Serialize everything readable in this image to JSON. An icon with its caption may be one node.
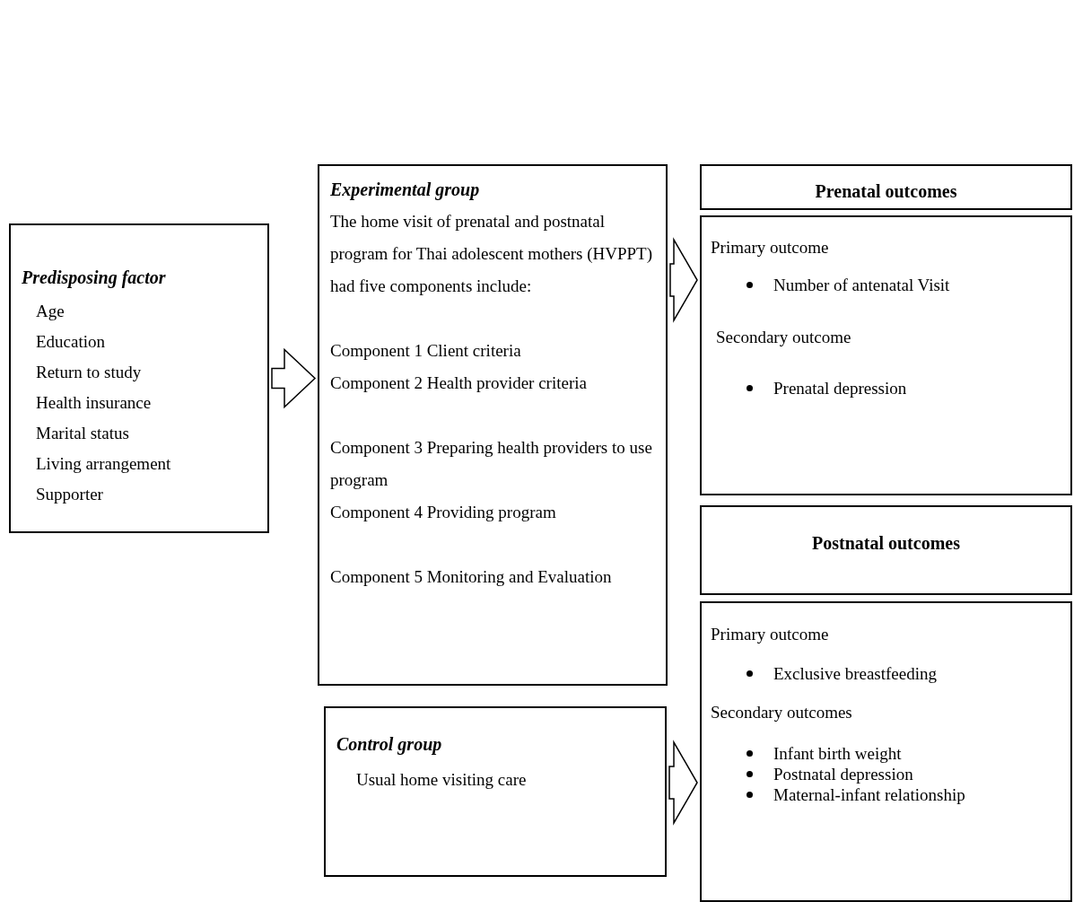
{
  "diagram": {
    "nodes": [
      {
        "text": [
          "Predisposing factor",
          "Age",
          "Education",
          "Return to study",
          "Health insurance",
          "Marital status",
          "Living arrangement",
          "Supporter"
        ]
      },
      {
        "text": [
          "Experimental group",
          "The home visit of prenatal and postnatal program for Thai adolescent mothers (HVPPT) had five components include:",
          "Component 1 Client criteria",
          "Component 2 Health provider criteria",
          "Component 3 Preparing health providers to use program",
          "Component 4 Providing program",
          "Component 5 Monitoring and Evaluation"
        ]
      },
      {
        "text": [
          "Control group",
          "Usual home visiting care"
        ]
      },
      {
        "text": [
          "Prenatal outcomes"
        ]
      },
      {
        "text": [
          "Primary outcome",
          "Number of antenatal Visit",
          "Secondary outcome",
          "Prenatal depression"
        ]
      },
      {
        "text": [
          "Postnatal outcomes"
        ]
      },
      {
        "text": [
          "Primary outcome",
          "Exclusive breastfeeding",
          "Secondary outcomes",
          "Infant birth weight",
          "Postnatal depression",
          "Maternal-infant relationship"
        ]
      }
    ],
    "edges": [
      {
        "from": 0,
        "to": 1,
        "arrow": "to"
      },
      {
        "from": 1,
        "to": 4,
        "arrow": "to"
      },
      {
        "from": 2,
        "to": 6,
        "arrow": "to"
      }
    ]
  }
}
